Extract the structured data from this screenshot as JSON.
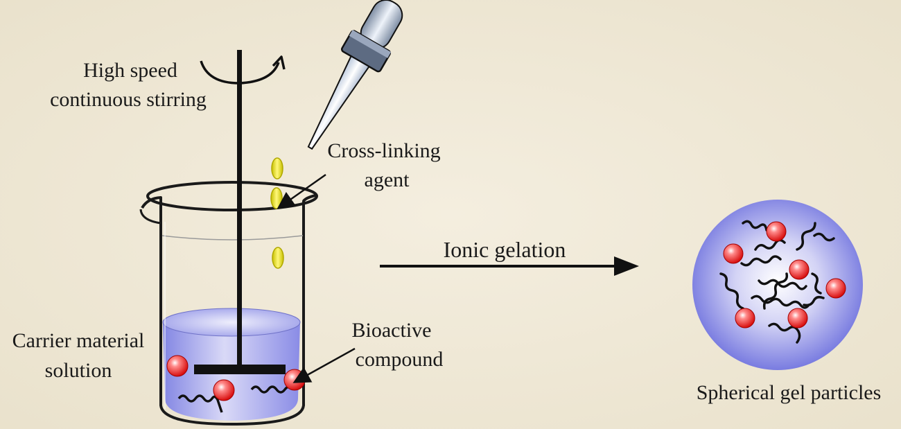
{
  "labels": {
    "stirring_line1": "High speed",
    "stirring_line2": "continuous stirring",
    "crosslink_line1": "Cross-linking",
    "crosslink_line2": "agent",
    "process": "Ionic gelation",
    "carrier_line1": "Carrier material",
    "carrier_line2": "solution",
    "bioactive_line1": "Bioactive",
    "bioactive_line2": "compound",
    "result": "Spherical gel particles"
  },
  "colors": {
    "background": "#efe8d6",
    "solution": "#8c8ee6",
    "particle": "#e32222",
    "droplet": "#e8e000",
    "ink": "#111111"
  }
}
